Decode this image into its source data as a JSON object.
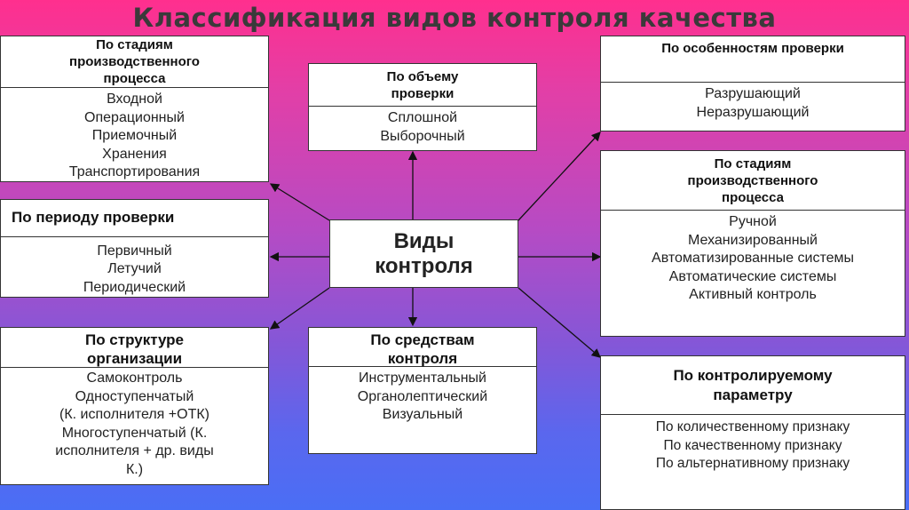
{
  "title": "Классификация видов контроля качества",
  "center": [
    "Виды",
    "контроля"
  ],
  "boxes": {
    "stages_production": {
      "head": [
        "По стадиям",
        "производственного",
        "процесса"
      ],
      "items": [
        "Входной",
        "Операционный",
        "Приемочный",
        "Хранения",
        "Транспортирования"
      ]
    },
    "volume": {
      "head": [
        "По объему",
        "проверки"
      ],
      "items": [
        "Сплошной",
        "Выборочный"
      ]
    },
    "features": {
      "head": [
        "По особенностям проверки"
      ],
      "items": [
        "Разрушающий",
        "Неразрушающий"
      ]
    },
    "period": {
      "head": [
        "По периоду проверки"
      ],
      "items": [
        "Первичный",
        "Летучий",
        "Периодический"
      ]
    },
    "stages_mechanization": {
      "head": [
        "По стадиям",
        "производственного",
        "процесса"
      ],
      "items": [
        "Ручной",
        "Механизированный",
        "Автоматизированные системы",
        "Автоматические системы",
        "Активный контроль"
      ]
    },
    "structure": {
      "head": [
        "По структуре",
        "организации"
      ],
      "items": [
        "Самоконтроль",
        "Одноступенчатый",
        "(К. исполнителя +ОТК)",
        "Многоступенчатый  (К.",
        "исполнителя + др. виды",
        "К.)"
      ]
    },
    "means": {
      "head": [
        "По средствам",
        "контроля"
      ],
      "items": [
        "Инструментальный",
        "Органолептический",
        "Визуальный"
      ]
    },
    "parameter": {
      "head": [
        "По контролируемому",
        "параметру"
      ],
      "items": [
        "По количественному признаку",
        "По качественному признаку",
        "По альтернативному признаку"
      ]
    }
  }
}
